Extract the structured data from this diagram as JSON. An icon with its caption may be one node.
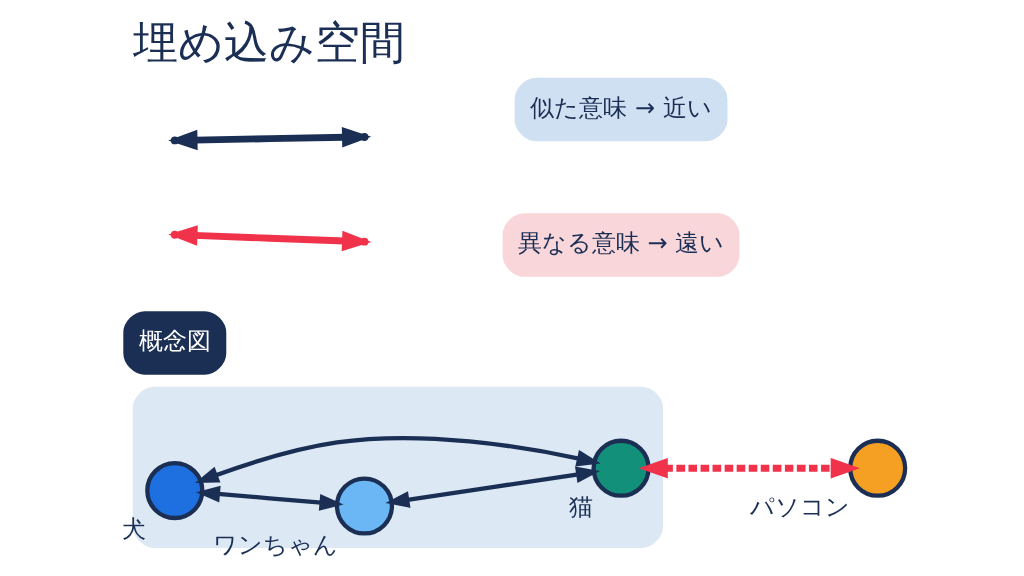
{
  "diagram": {
    "title": "埋め込み空間",
    "nodes": [
      {
        "text": [],
        "shape": "ellipse"
      },
      {
        "text": [],
        "shape": "circle",
        "beside": [
          "犬"
        ],
        "in": 0
      },
      {
        "text": [],
        "shape": "circle",
        "beside": [
          "ワンちゃん"
        ],
        "in": 0
      },
      {
        "text": [],
        "shape": "circle",
        "beside": [
          "猫"
        ],
        "in": 0
      },
      {
        "text": [],
        "shape": "circle",
        "beside": [
          "パソコン"
        ]
      }
    ],
    "edges": [
      {
        "from": 1,
        "to": 2,
        "arrow": "both"
      },
      {
        "from": 1,
        "to": 3,
        "arrow": "both"
      },
      {
        "from": 2,
        "to": 3,
        "arrow": "both"
      },
      {
        "from": 3,
        "to": 4,
        "arrow": "both",
        "style": "dashed",
        "color": "#f0324a"
      }
    ],
    "labels": [
      "概念図"
    ],
    "legend": [
      {
        "text": "似た意味 → 近い"
      },
      {
        "text": "異なる意味 → 遠い"
      }
    ]
  }
}
